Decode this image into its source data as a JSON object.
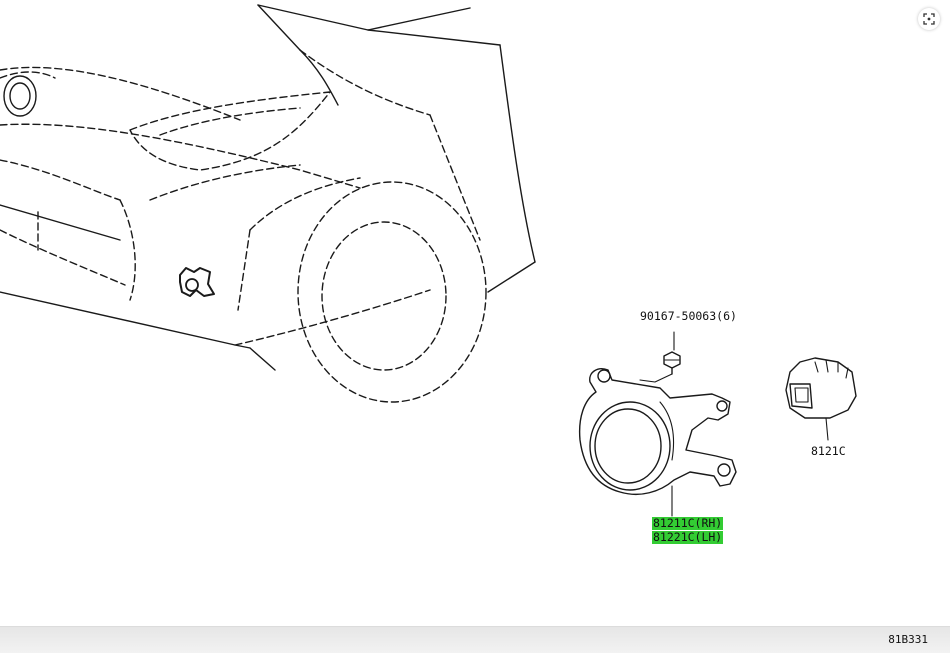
{
  "diagram": {
    "labels": {
      "bolt": "90167-50063(6)",
      "socket": "8121C",
      "lamp_rh": "81211C(RH)",
      "lamp_lh": "81221C(LH)"
    },
    "highlight_color": "#33cc33",
    "figure_code": "81B331"
  },
  "controls": {
    "zoom_icon": "zoom-fit-icon"
  }
}
